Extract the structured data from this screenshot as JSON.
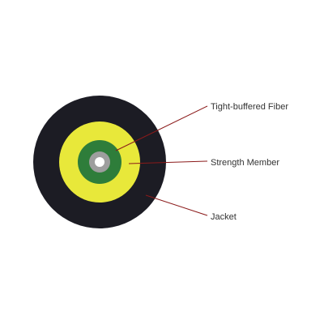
{
  "diagram": {
    "callouts": {
      "fiber": "Tight-buffered Fiber",
      "strength": "Strength Member",
      "jacket": "Jacket"
    }
  },
  "colors": {
    "background": "#ffffff",
    "jacket": "#1c1c24",
    "strength_member": "#e8e83a",
    "buffer": "#2e7d3a",
    "fiber_ring": "#9e9e9e",
    "fiber_core": "#ffffff",
    "leader_line": "#8b1a1a"
  }
}
